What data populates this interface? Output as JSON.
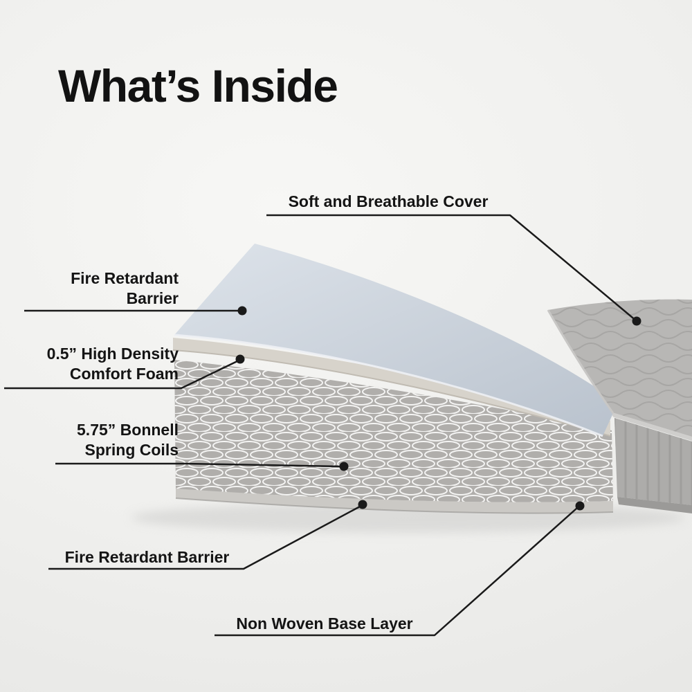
{
  "title": "What’s Inside",
  "callouts": {
    "cover": {
      "label": "Soft and Breathable Cover"
    },
    "fire_top": {
      "label": "Fire Retardant\nBarrier"
    },
    "foam": {
      "label": "0.5” High Density\nComfort Foam"
    },
    "coils": {
      "label": "5.75” Bonnell\nSpring Coils"
    },
    "fire_bottom": {
      "label": "Fire Retardant Barrier"
    },
    "base": {
      "label": "Non Woven Base Layer"
    }
  },
  "colors": {
    "background": "#efefed",
    "text": "#141414",
    "callout_line": "#1a1a1a",
    "barrier_sheet": "#c6cfd9",
    "foam_layer": "#d7d3cb",
    "coils": "#f8f8f7",
    "quilted_cover": "#b8b7b5"
  }
}
